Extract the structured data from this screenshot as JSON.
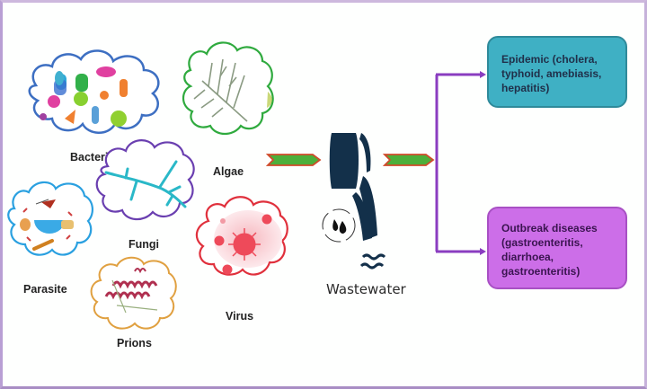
{
  "microorganisms": [
    {
      "name": "bacteria",
      "label": "Bacteria",
      "outline_color": "#3d6fc2"
    },
    {
      "name": "fungi",
      "label": "Fungi",
      "outline_color": "#6a3fb0"
    },
    {
      "name": "algae",
      "label": "Algae",
      "outline_color": "#2faa3e"
    },
    {
      "name": "parasite",
      "label": "Parasite",
      "outline_color": "#2aa0e0"
    },
    {
      "name": "prions",
      "label": "Prions",
      "outline_color": "#e0a040"
    },
    {
      "name": "virus",
      "label": "Virus",
      "outline_color": "#e0303c"
    }
  ],
  "center": {
    "label": "Wastewater",
    "icon": "pipe-pouring-water-icon",
    "icon_color": "#13304a"
  },
  "arrows": {
    "fill_color": "#4caf3a",
    "border_color": "#d04a2a",
    "branch_color": "#8a3dc0"
  },
  "outcomes": {
    "epidemic": {
      "lines": [
        "Epidemic (cholera,",
        "typhoid, amebiasis,",
        "hepatitis)"
      ],
      "color": "#3fb0c4"
    },
    "outbreak": {
      "lines": [
        "Outbreak diseases",
        "(gastroenteritis,",
        "diarrhoea,",
        "gastroenteritis)"
      ],
      "color": "#cc6ee8"
    }
  },
  "frame_color": "#b99fd4"
}
